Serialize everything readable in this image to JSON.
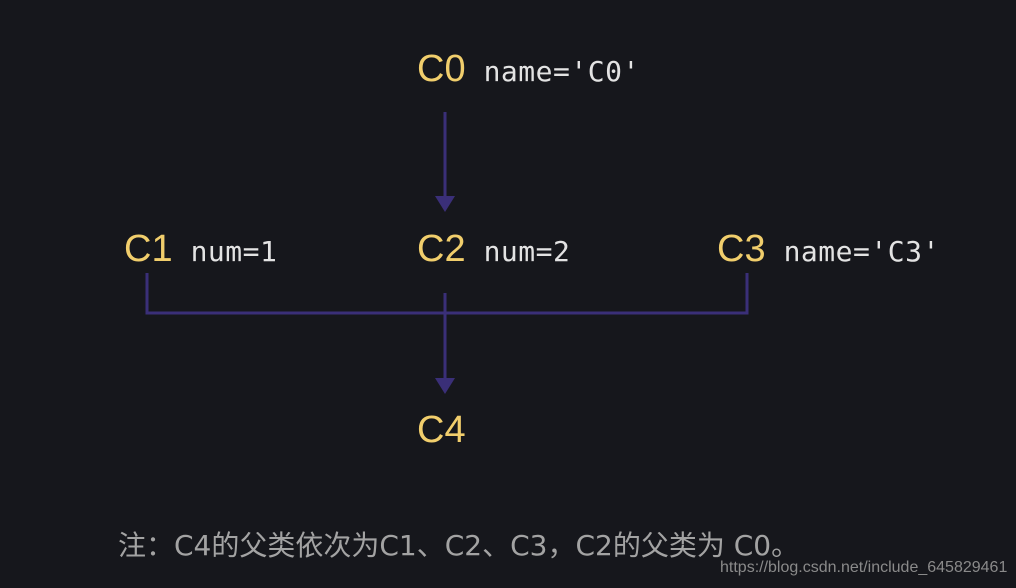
{
  "diagram": {
    "colors": {
      "background": "#16171c",
      "node_label": "#f1ce6c",
      "attribute_text": "#e3e3e3",
      "connector": "#3a2f78",
      "note_text": "#a3a3a3"
    },
    "nodes": [
      {
        "id": "C0",
        "label": "C0",
        "attribute": "name='C0'"
      },
      {
        "id": "C1",
        "label": "C1",
        "attribute": "num=1"
      },
      {
        "id": "C2",
        "label": "C2",
        "attribute": "num=2"
      },
      {
        "id": "C3",
        "label": "C3",
        "attribute": "name='C3'"
      },
      {
        "id": "C4",
        "label": "C4",
        "attribute": ""
      }
    ],
    "edges": [
      {
        "from": "C0",
        "to": "C2"
      },
      {
        "from": "C1",
        "to": "C4"
      },
      {
        "from": "C2",
        "to": "C4"
      },
      {
        "from": "C3",
        "to": "C4"
      }
    ]
  },
  "note": "注：C4的父类依次为C1、C2、C3，C2的父类为 C0。",
  "watermark": "https://blog.csdn.net/include_645829461"
}
